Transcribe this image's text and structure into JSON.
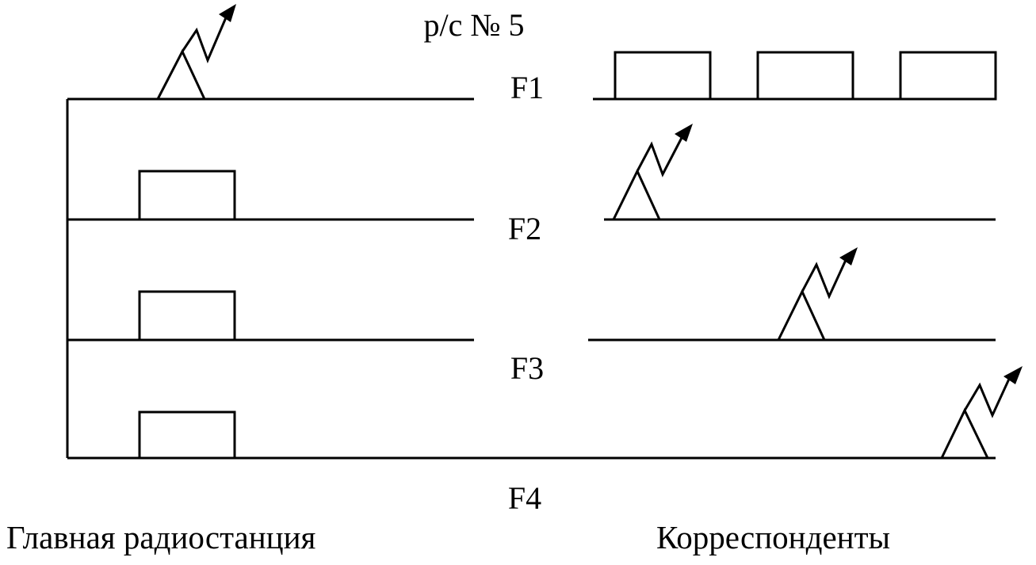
{
  "header": {
    "station_label": "р/с № 5"
  },
  "channels": [
    {
      "label": "F1"
    },
    {
      "label": "F2"
    },
    {
      "label": "F3"
    },
    {
      "label": "F4"
    }
  ],
  "captions": {
    "main_station": "Главная радиостанция",
    "correspondents": "Корреспонденты"
  },
  "colors": {
    "stroke": "#000000",
    "background": "#ffffff"
  },
  "icons": {
    "transmitter": "antenna-triangle-with-lightning-arrow",
    "receiver": "rectangle-box"
  }
}
